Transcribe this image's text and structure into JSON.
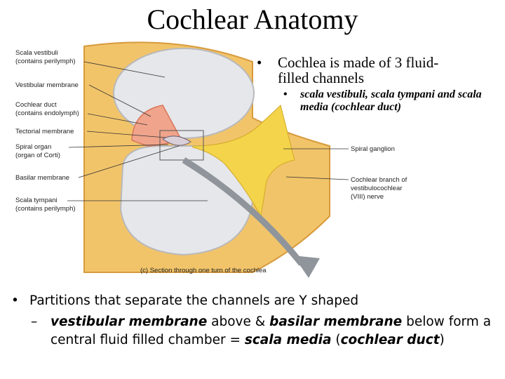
{
  "slide": {
    "title": "Cochlear Anatomy"
  },
  "figure": {
    "labels": {
      "scala_vestibuli_1": "Scala vestibuli",
      "scala_vestibuli_2": "(contains perilymph)",
      "vestibular_membrane": "Vestibular membrane",
      "cochlear_duct_1": "Cochlear duct",
      "cochlear_duct_2": "(contains endolymph)",
      "tectorial_membrane": "Tectorial membrane",
      "spiral_organ_1": "Spiral organ",
      "spiral_organ_2": "(organ of Corti)",
      "basilar_membrane": "Basilar membrane",
      "scala_tympani_1": "Scala tympani",
      "scala_tympani_2": "(contains perilymph)",
      "spiral_ganglion": "Spiral ganglion",
      "cochlear_branch_1": "Cochlear branch of",
      "cochlear_branch_2": "vestibulocochlear",
      "cochlear_branch_3": "(VIII) nerve",
      "caption": "(c) Section through one turn of the cochlea"
    },
    "colors": {
      "bone": "#f2c46a",
      "bone_edge": "#d79a3c",
      "chamber": "#e6e7ea",
      "duct": "#f0a48c",
      "nerve": "#f3d44a",
      "arrow": "#8f959a"
    }
  },
  "bullets": {
    "main": "Cochlea is made of 3 fluid-filled channels",
    "sub": "scala vestibuli,  scala tympani and scala media (cochlear duct)",
    "bottom": "Partitions that separate the channels are Y shaped",
    "dash": {
      "p1": "vestibular membrane",
      "p2": " above & ",
      "p3": "basilar membrane",
      "p4": " below form a central fluid filled chamber = ",
      "p5": "scala media",
      "p6": " (",
      "p7": "cochlear duct",
      "p8": ")"
    }
  }
}
